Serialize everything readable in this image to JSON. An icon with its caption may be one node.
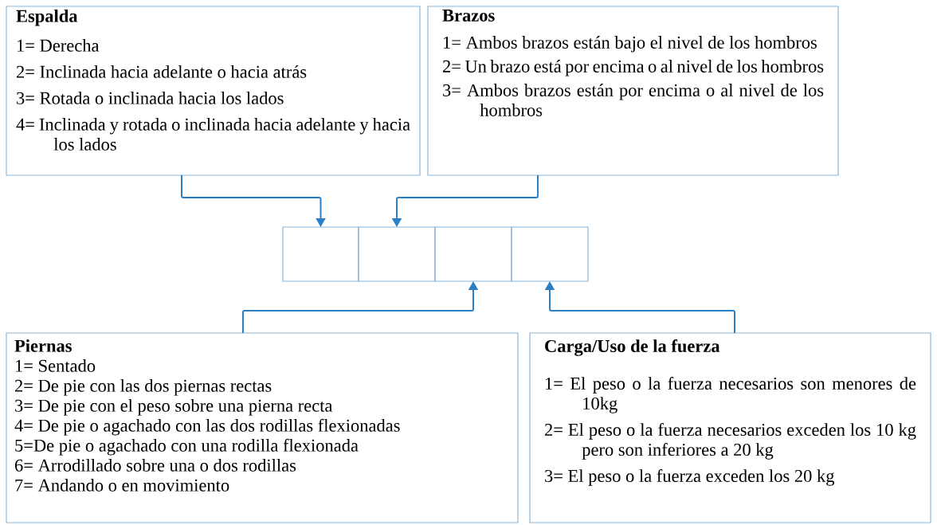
{
  "diagram": {
    "nodes": [
      {
        "text": [
          "Espalda",
          "1= Derecha",
          "2= Inclinada hacia adelante o hacia atrás",
          "3= Rotada o inclinada hacia los lados",
          "4= Inclinada y rotada o inclinada hacia adelante y hacia los lados"
        ]
      },
      {
        "text": [
          "Brazos",
          "1= Ambos brazos están bajo el nivel de los hombros",
          "2= Un brazo está por encima o al nivel de los hombros",
          "3= Ambos brazos están por encima o al nivel de los hombros"
        ]
      },
      {
        "text": [],
        "shape": "box"
      },
      {
        "text": [],
        "shape": "box"
      },
      {
        "text": [],
        "shape": "box"
      },
      {
        "text": [],
        "shape": "box"
      },
      {
        "text": [
          "Piernas",
          "1= Sentado",
          "2= De pie con las dos piernas rectas",
          "3= De pie con el peso sobre una pierna recta",
          "4= De pie o agachado con las dos rodillas flexionadas",
          "5=De pie o agachado con una rodilla flexionada",
          "6= Arrodillado sobre una o dos rodillas",
          "7= Andando o en movimiento"
        ]
      },
      {
        "text": [
          "Carga/Uso de la fuerza",
          "1= El peso o la fuerza necesarios son menores de 10kg",
          "2= El peso o la fuerza necesarios exceden los 10 kg pero son inferiores a 20 kg",
          "3= El peso o la fuerza exceden los 20 kg"
        ]
      }
    ],
    "edges": [
      {
        "from": 0,
        "to": 2,
        "arrow": "to"
      },
      {
        "from": 1,
        "to": 3,
        "arrow": "to"
      },
      {
        "from": 6,
        "to": 4,
        "arrow": "to"
      },
      {
        "from": 7,
        "to": 5,
        "arrow": "to"
      }
    ]
  }
}
